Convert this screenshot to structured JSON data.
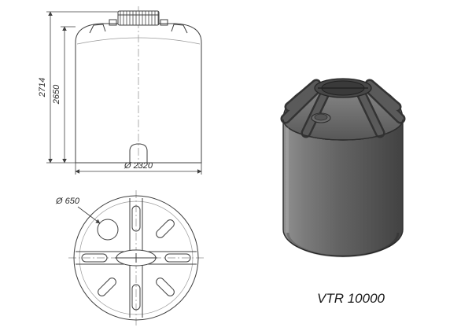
{
  "drawing": {
    "model_label": "VTR 10000",
    "front_view": {
      "dim_height_outer": "2714",
      "dim_height_inner": "2650",
      "dim_diameter": "Ø 2320"
    },
    "plan_view": {
      "dim_manhole": "Ø 650"
    }
  },
  "colors": {
    "line": "#3f3f3f",
    "tank_body": "#5f5f5f",
    "tank_dark": "#434343",
    "background": "#ffffff"
  }
}
